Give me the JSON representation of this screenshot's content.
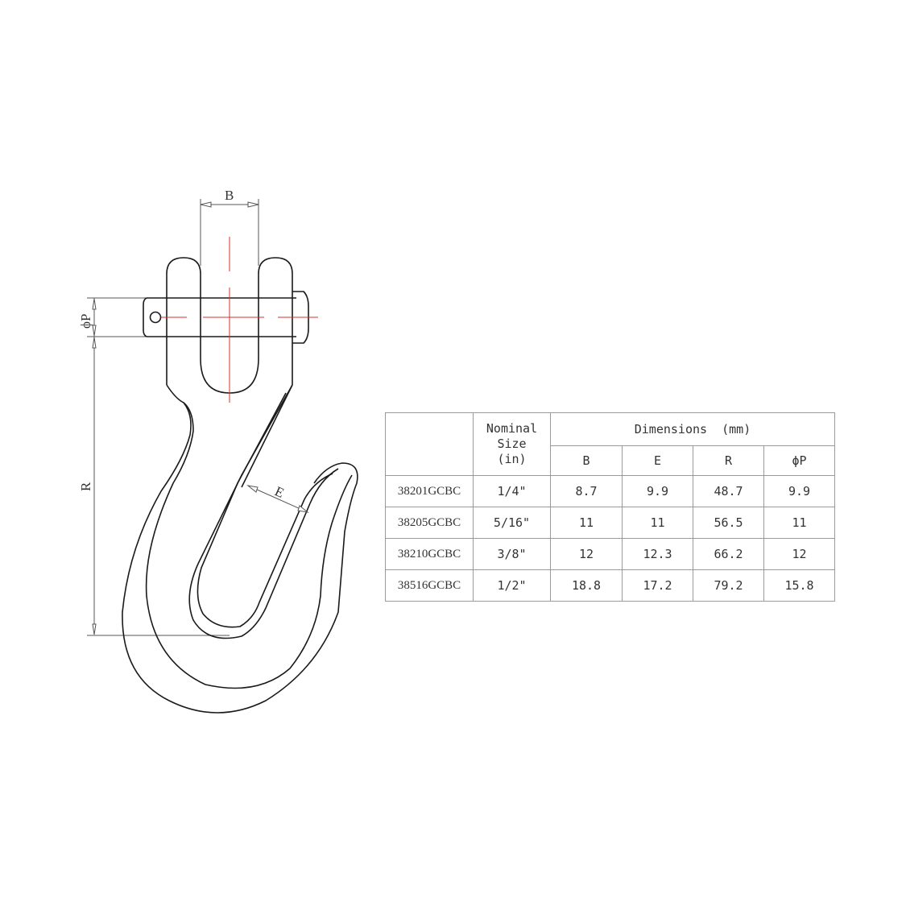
{
  "drawing": {
    "title": "Clevis grab hook dimension drawing",
    "dimension_labels": {
      "B": "B",
      "P": "ϕP",
      "R": "R",
      "E": "E"
    },
    "colors": {
      "outline": "#1a1a1a",
      "centerline": "#d9302c",
      "dimension_line": "#555555"
    }
  },
  "table": {
    "header": {
      "nominal_line1": "Nominal",
      "nominal_line2": "Size",
      "nominal_line3": "(in)",
      "dimensions": "Dimensions  (mm)",
      "columns": [
        "B",
        "E",
        "R",
        "ϕP"
      ]
    },
    "rows": [
      {
        "model": "38201GCBC",
        "size": "1/4\"",
        "B": "8.7",
        "E": "9.9",
        "R": "48.7",
        "P": "9.9"
      },
      {
        "model": "38205GCBC",
        "size": "5/16\"",
        "B": "11",
        "E": "11",
        "R": "56.5",
        "P": "11"
      },
      {
        "model": "38210GCBC",
        "size": "3/8\"",
        "B": "12",
        "E": "12.3",
        "R": "66.2",
        "P": "12"
      },
      {
        "model": "38516GCBC",
        "size": "1/2\"",
        "B": "18.8",
        "E": "17.2",
        "R": "79.2",
        "P": "15.8"
      }
    ]
  }
}
